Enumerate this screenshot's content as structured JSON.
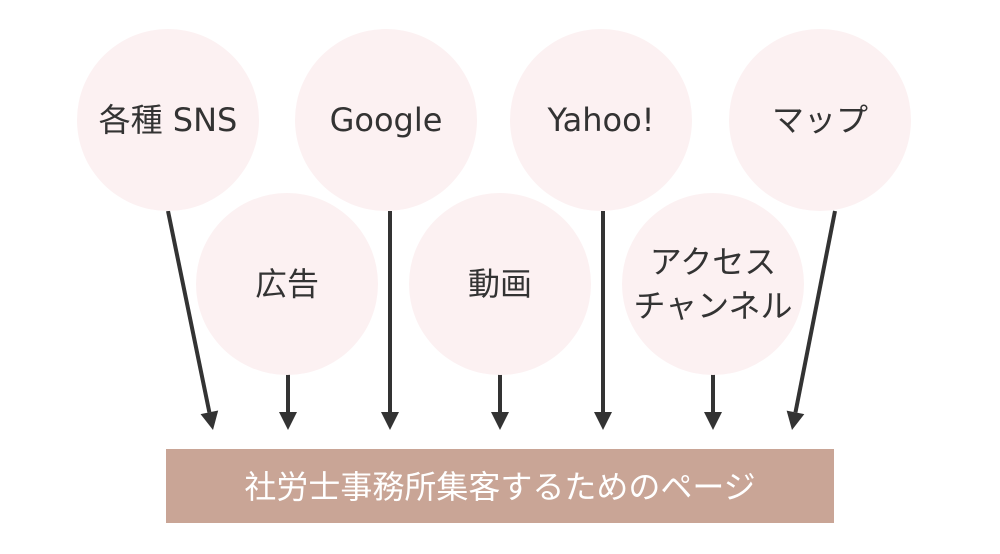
{
  "diagram": {
    "sources": [
      {
        "id": "sns",
        "lines": [
          "各種 SNS"
        ]
      },
      {
        "id": "google",
        "lines": [
          "Google"
        ]
      },
      {
        "id": "yahoo",
        "lines": [
          "Yahoo!"
        ]
      },
      {
        "id": "map",
        "lines": [
          "マップ"
        ]
      },
      {
        "id": "ads",
        "lines": [
          "広告"
        ]
      },
      {
        "id": "video",
        "lines": [
          "動画"
        ]
      },
      {
        "id": "access",
        "lines": [
          "アクセス",
          "チャンネル"
        ]
      }
    ],
    "target": {
      "label": "社労士事務所集客するためのページ"
    }
  },
  "colors": {
    "circle_fill": "#fcf1f2",
    "node_text": "#333333",
    "arrow": "#333333",
    "target_fill": "#c9a596",
    "target_text": "#ffffff"
  }
}
